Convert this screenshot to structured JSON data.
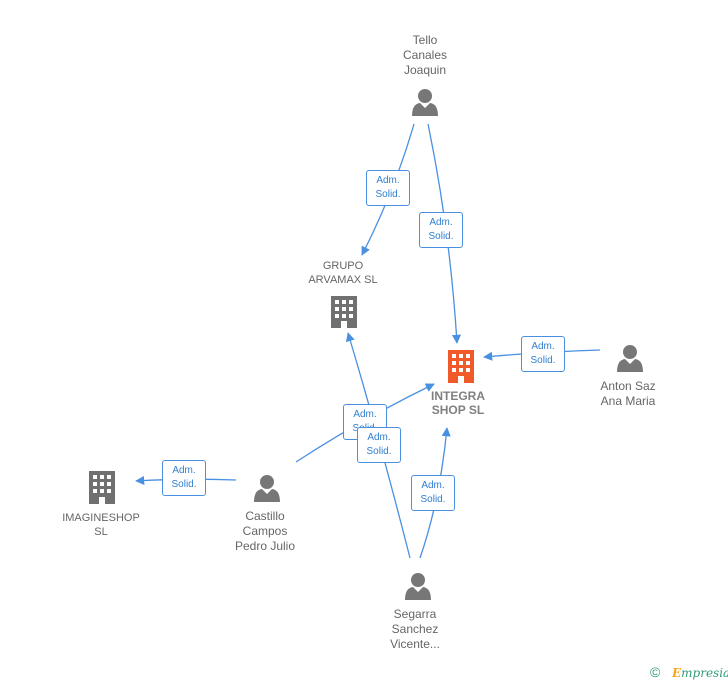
{
  "colors": {
    "edge": "#4a90e2",
    "person": "#777777",
    "company": "#707070",
    "main_company": "#f05a28"
  },
  "nodes": {
    "tello": {
      "lines": [
        "Tello",
        "Canales",
        "Joaquin"
      ],
      "icon": "person-icon"
    },
    "grupo": {
      "lines": [
        "GRUPO",
        "ARVAMAX SL"
      ],
      "icon": "building-icon"
    },
    "integra": {
      "lines": [
        "INTEGRA",
        "SHOP SL"
      ],
      "icon": "building-icon"
    },
    "anton": {
      "lines": [
        "Anton Saz",
        "Ana Maria"
      ],
      "icon": "person-icon"
    },
    "imagineshop": {
      "lines": [
        "IMAGINESHOP",
        "SL"
      ],
      "icon": "building-icon"
    },
    "castillo": {
      "lines": [
        "Castillo",
        "Campos",
        "Pedro Julio"
      ],
      "icon": "person-icon"
    },
    "segarra": {
      "lines": [
        "Segarra",
        "Sanchez",
        "Vicente..."
      ],
      "icon": "person-icon"
    }
  },
  "edge_labels": {
    "tello_grupo": [
      "Adm.",
      "Solid."
    ],
    "tello_integra": [
      "Adm.",
      "Solid."
    ],
    "anton_integra": [
      "Adm.",
      "Solid."
    ],
    "castillo_integra": [
      "Adm.",
      "Solid."
    ],
    "segarra_grupo": [
      "Adm.",
      "Solid."
    ],
    "castillo_imagineshop": [
      "Adm.",
      "Solid."
    ],
    "segarra_integra": [
      "Adm.",
      "Solid."
    ]
  },
  "footer": {
    "copyright": "©",
    "brand_initial": "E",
    "brand_rest": "mpresia"
  }
}
